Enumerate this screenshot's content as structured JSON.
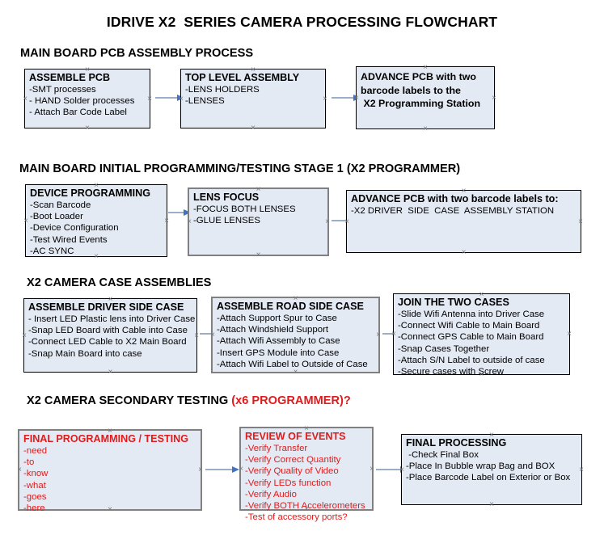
{
  "title": "IDRIVE X2  SERIES CAMERA PROCESSING FLOWCHART",
  "colors": {
    "node_fill": "#e4eaf4",
    "node_border_black": "#000000",
    "node_border_gray": "#808080",
    "accent_red": "#e01b1b",
    "arrow_line": "#9aaec6",
    "arrow_head": "#4472c4",
    "text": "#000000"
  },
  "sections": [
    {
      "heading": "MAIN BOARD PCB ASSEMBLY PROCESS",
      "heading_accent": "",
      "nodes": [
        {
          "title": "ASSEMBLE PCB",
          "lines": [
            "-SMT processes",
            "- HAND Solder processes",
            "- Attach Bar Code Label"
          ]
        },
        {
          "title": "TOP LEVEL ASSEMBLY",
          "lines": [
            "-LENS HOLDERS",
            "-LENSES"
          ]
        },
        {
          "title": "",
          "lines": [
            "ADVANCE PCB with two",
            "barcode labels to the",
            " X2 Programming Station"
          ]
        }
      ]
    },
    {
      "heading": "MAIN BOARD INITIAL PROGRAMMING/TESTING STAGE 1 (X2 PROGRAMMER)",
      "heading_accent": "",
      "nodes": [
        {
          "title": "DEVICE PROGRAMMING",
          "lines": [
            "-Scan Barcode",
            "-Boot Loader",
            "-Device Configuration",
            "-Test Wired Events",
            "-AC SYNC"
          ]
        },
        {
          "title": "LENS FOCUS",
          "lines": [
            "-FOCUS BOTH LENSES",
            "-GLUE LENSES"
          ]
        },
        {
          "title": "ADVANCE PCB with two barcode labels to:",
          "lines": [
            "-X2 DRIVER  SIDE  CASE  ASSEMBLY STATION"
          ]
        }
      ]
    },
    {
      "heading": "X2 CAMERA CASE ASSEMBLIES",
      "heading_accent": "",
      "nodes": [
        {
          "title": "ASSEMBLE DRIVER SIDE CASE",
          "lines": [
            "- Insert LED Plastic lens into Driver Case",
            "-Snap LED Board with Cable into Case",
            "-Connect LED Cable to X2 Main Board",
            "-Snap Main Board into case"
          ]
        },
        {
          "title": "ASSEMBLE ROAD SIDE CASE",
          "lines": [
            "-Attach Support Spur to Case",
            "-Attach Windshield Support",
            "-Attach Wifi Assembly to Case",
            "-Insert GPS Module into Case",
            "-Attach Wifi Label to Outside of Case"
          ]
        },
        {
          "title": "JOIN THE TWO CASES",
          "lines": [
            "-Slide Wifi Antenna into Driver Case",
            "-Connect Wifi Cable to Main Board",
            "-Connect GPS Cable to Main Board",
            "-Snap Cases Together",
            "-Attach S/N Label to outside of case",
            "-Secure cases with Screw"
          ]
        }
      ]
    },
    {
      "heading": "X2 CAMERA SECONDARY TESTING ",
      "heading_accent": "(x6 PROGRAMMER)?",
      "nodes": [
        {
          "title": "FINAL PROGRAMMING / TESTING",
          "lines": [
            "-need",
            "-to",
            "-know",
            "-what",
            "-goes",
            "-here"
          ]
        },
        {
          "title": "REVIEW OF EVENTS",
          "lines": [
            "-Verify Transfer",
            "-Verify Correct Quantity",
            "-Verify Quality of Video",
            "-Verify LEDs function",
            "-Verify Audio",
            "-Verify BOTH Accelerometers",
            "-Test of accessory ports?"
          ]
        },
        {
          "title": "FINAL PROCESSING",
          "lines": [
            " -Check Final Box",
            "-Place In Bubble wrap Bag and BOX",
            "-Place Barcode Label on Exterior or Box"
          ]
        }
      ]
    }
  ]
}
